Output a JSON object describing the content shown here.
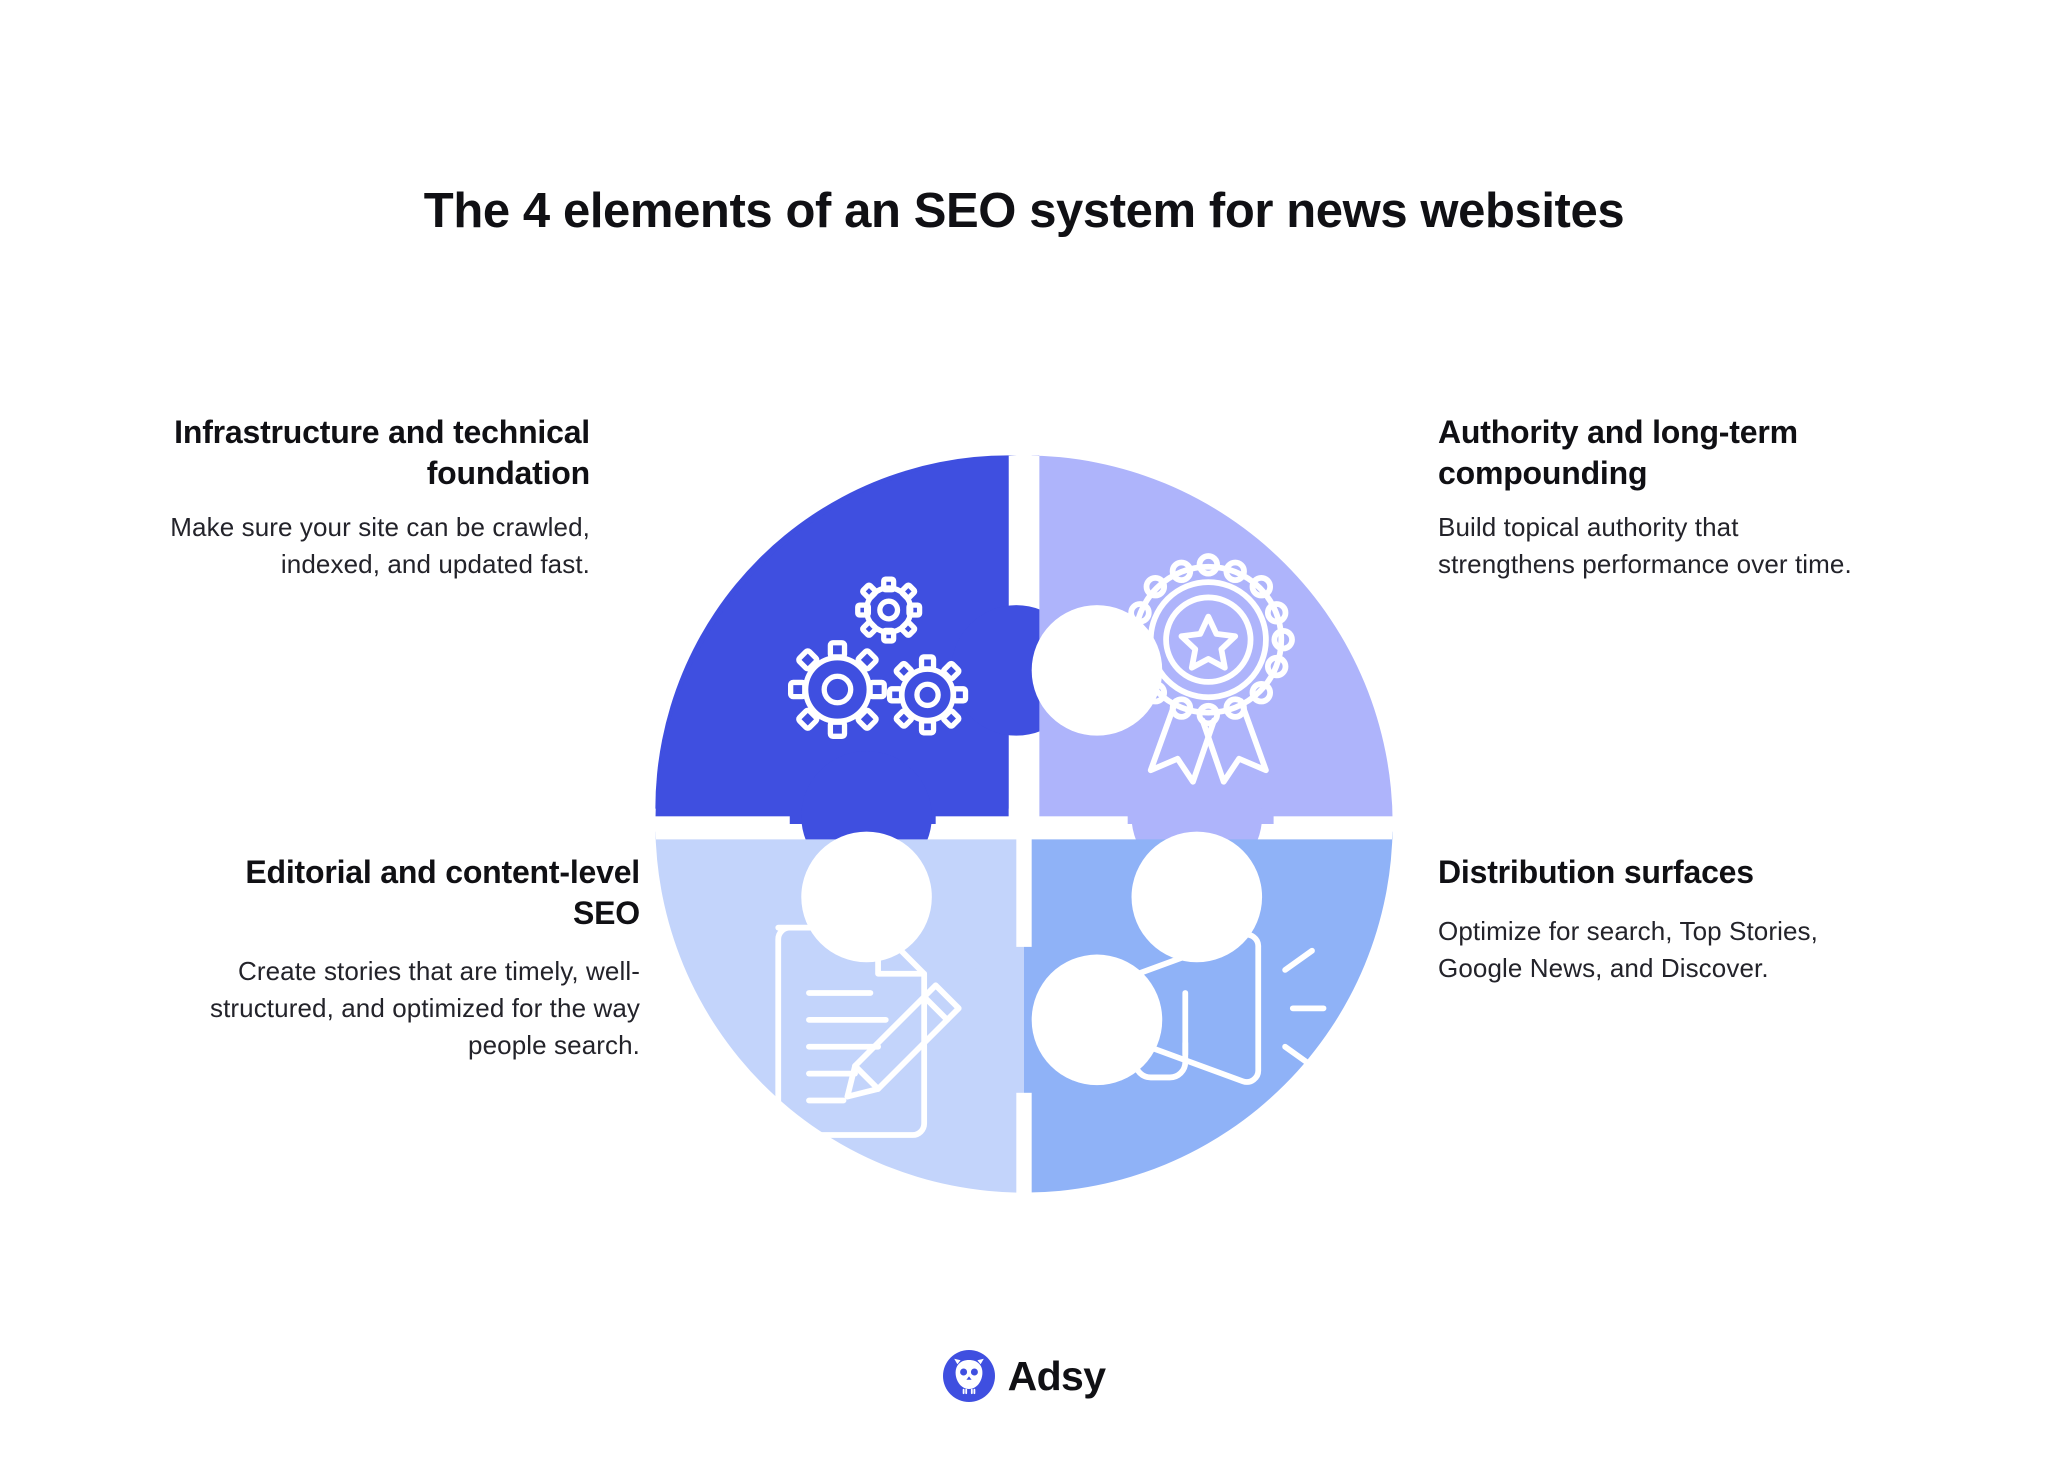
{
  "title": "The 4 elements of an SEO system for news websites",
  "colors": {
    "background": "#ffffff",
    "text": "#101014",
    "body_text": "#23232a",
    "piece_top_left": "#3f4fe0",
    "piece_top_right": "#aeb4fb",
    "piece_bottom_left": "#c3d4fb",
    "piece_bottom_right": "#8fb2f7",
    "icon_stroke": "#ffffff",
    "logo_circle": "#3f4fe0"
  },
  "quadrants": [
    {
      "position": "top-left",
      "heading": "Infrastructure and technical foundation",
      "body": "Make sure your site can be crawled, indexed, and updated fast.",
      "icon": "gears-icon",
      "color": "#3f4fe0"
    },
    {
      "position": "top-right",
      "heading": "Authority and long-term compounding",
      "body": "Build topical authority that strengthens performance over time.",
      "icon": "award-ribbon-icon",
      "color": "#aeb4fb"
    },
    {
      "position": "bottom-left",
      "heading": "Editorial and content-level SEO",
      "body": "Create stories that are timely, well-structured, and optimized for the way people search.",
      "icon": "document-pencil-icon",
      "color": "#c3d4fb"
    },
    {
      "position": "bottom-right",
      "heading": "Distribution surfaces",
      "body": "Optimize for search, Top Stories, Google News, and Discover.",
      "icon": "megaphone-icon",
      "color": "#8fb2f7"
    }
  ],
  "footer": {
    "brand": "Adsy",
    "logo_icon": "owl-icon"
  }
}
